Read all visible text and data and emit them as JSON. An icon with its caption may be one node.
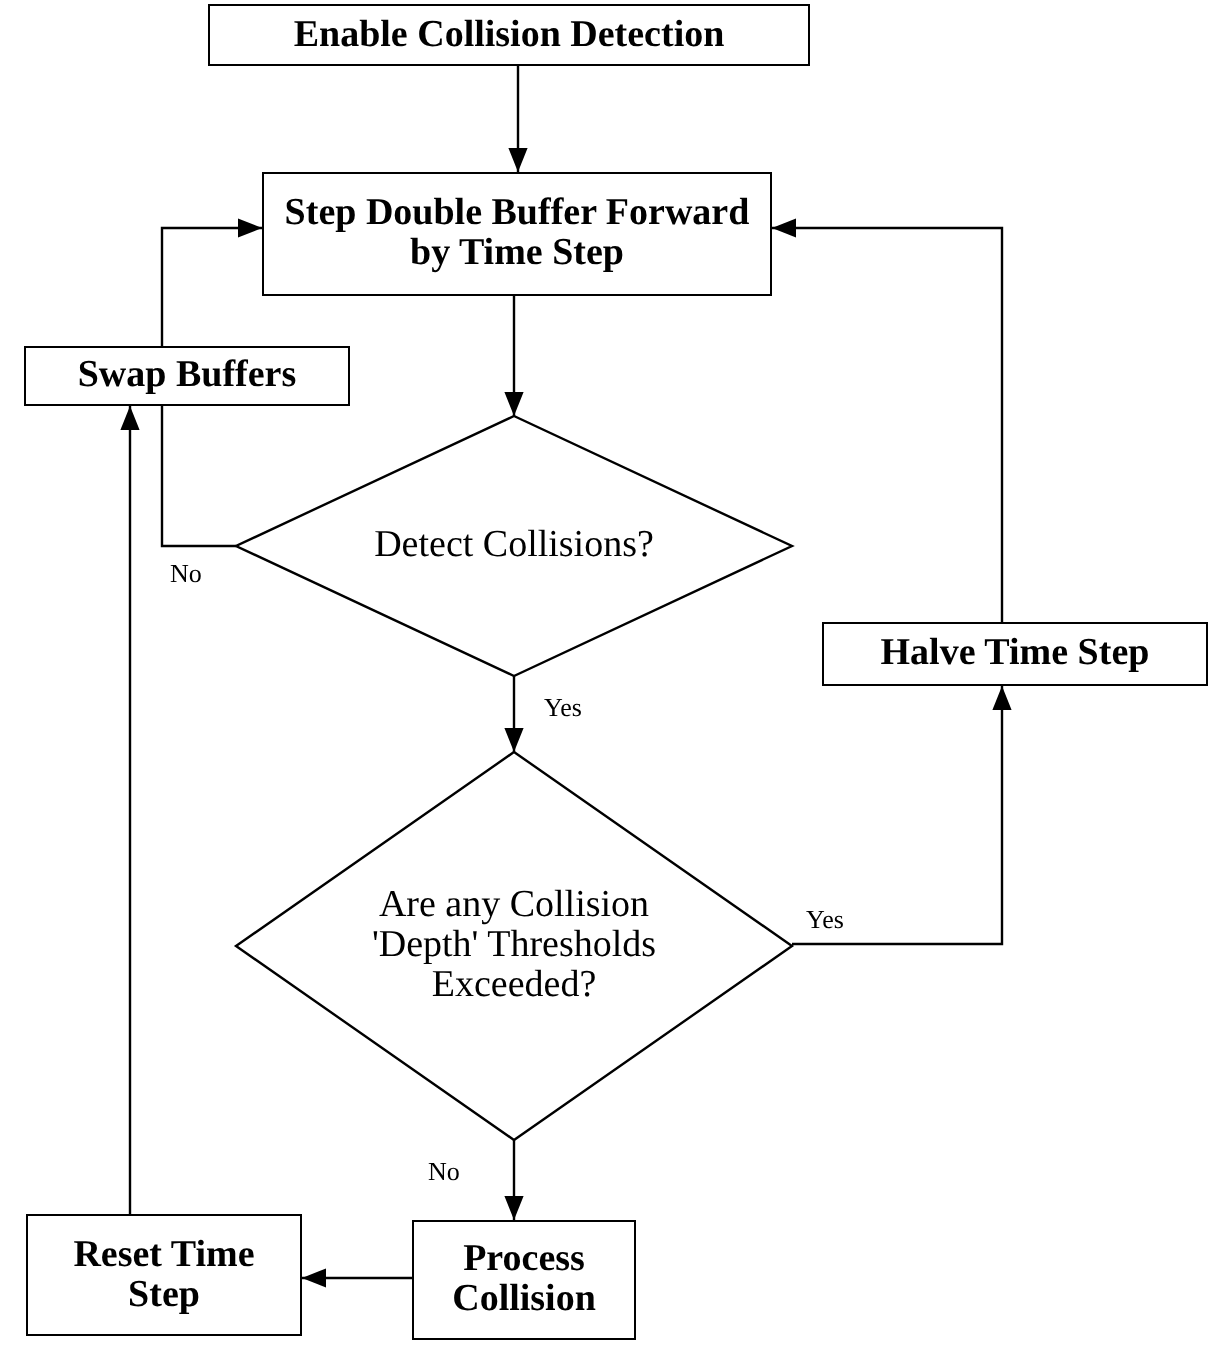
{
  "diagram": {
    "nodes": [
      {
        "text": [
          "Enable Collision Detection"
        ]
      },
      {
        "text": [
          "Step Double Buffer Forward by Time Step"
        ]
      },
      {
        "text": [
          "Swap Buffers"
        ]
      },
      {
        "text": [
          "Detect Collisions?"
        ]
      },
      {
        "text": [
          "Halve Time Step"
        ]
      },
      {
        "text": [
          "Are any Collision 'Depth' Thresholds Exceeded?"
        ]
      },
      {
        "text": [
          "Process Collision"
        ]
      },
      {
        "text": [
          "Reset Time Step"
        ]
      }
    ],
    "edges": [
      {
        "from": 0,
        "to": 1,
        "arrow": "to"
      },
      {
        "from": 1,
        "to": 3,
        "arrow": "to"
      },
      {
        "from": 3,
        "to": 2,
        "arrow": "none",
        "label": "No"
      },
      {
        "from": 2,
        "to": 1,
        "arrow": "to"
      },
      {
        "from": 3,
        "to": 5,
        "arrow": "to",
        "label": "Yes"
      },
      {
        "from": 5,
        "to": 4,
        "arrow": "to",
        "label": "Yes"
      },
      {
        "from": 4,
        "to": 1,
        "arrow": "to"
      },
      {
        "from": 5,
        "to": 6,
        "arrow": "to",
        "label": "No"
      },
      {
        "from": 6,
        "to": 7,
        "arrow": "to"
      },
      {
        "from": 7,
        "to": 2,
        "arrow": "to"
      }
    ]
  }
}
